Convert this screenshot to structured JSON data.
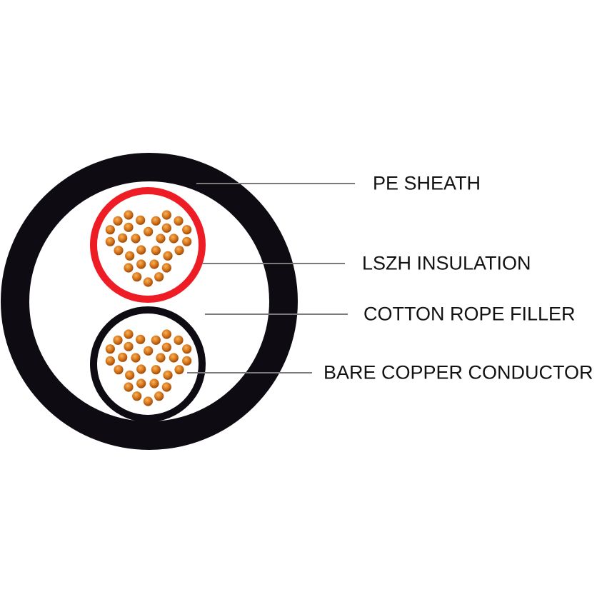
{
  "labels": {
    "pe_sheath": "PE SHEATH",
    "lszh_insulation": "LSZH INSULATION",
    "cotton_rope_filler": "COTTON ROPE FILLER",
    "bare_copper_conductor": "BARE COPPER CONDUCTOR"
  },
  "colors": {
    "sheath": "#0e0b13",
    "insulation_core_1": "#ee1c24",
    "insulation_core_2": "#0e0b13",
    "copper": "#d9771c",
    "copper_dark": "#9a4a0a",
    "leader_line": "#7a7a7a"
  }
}
